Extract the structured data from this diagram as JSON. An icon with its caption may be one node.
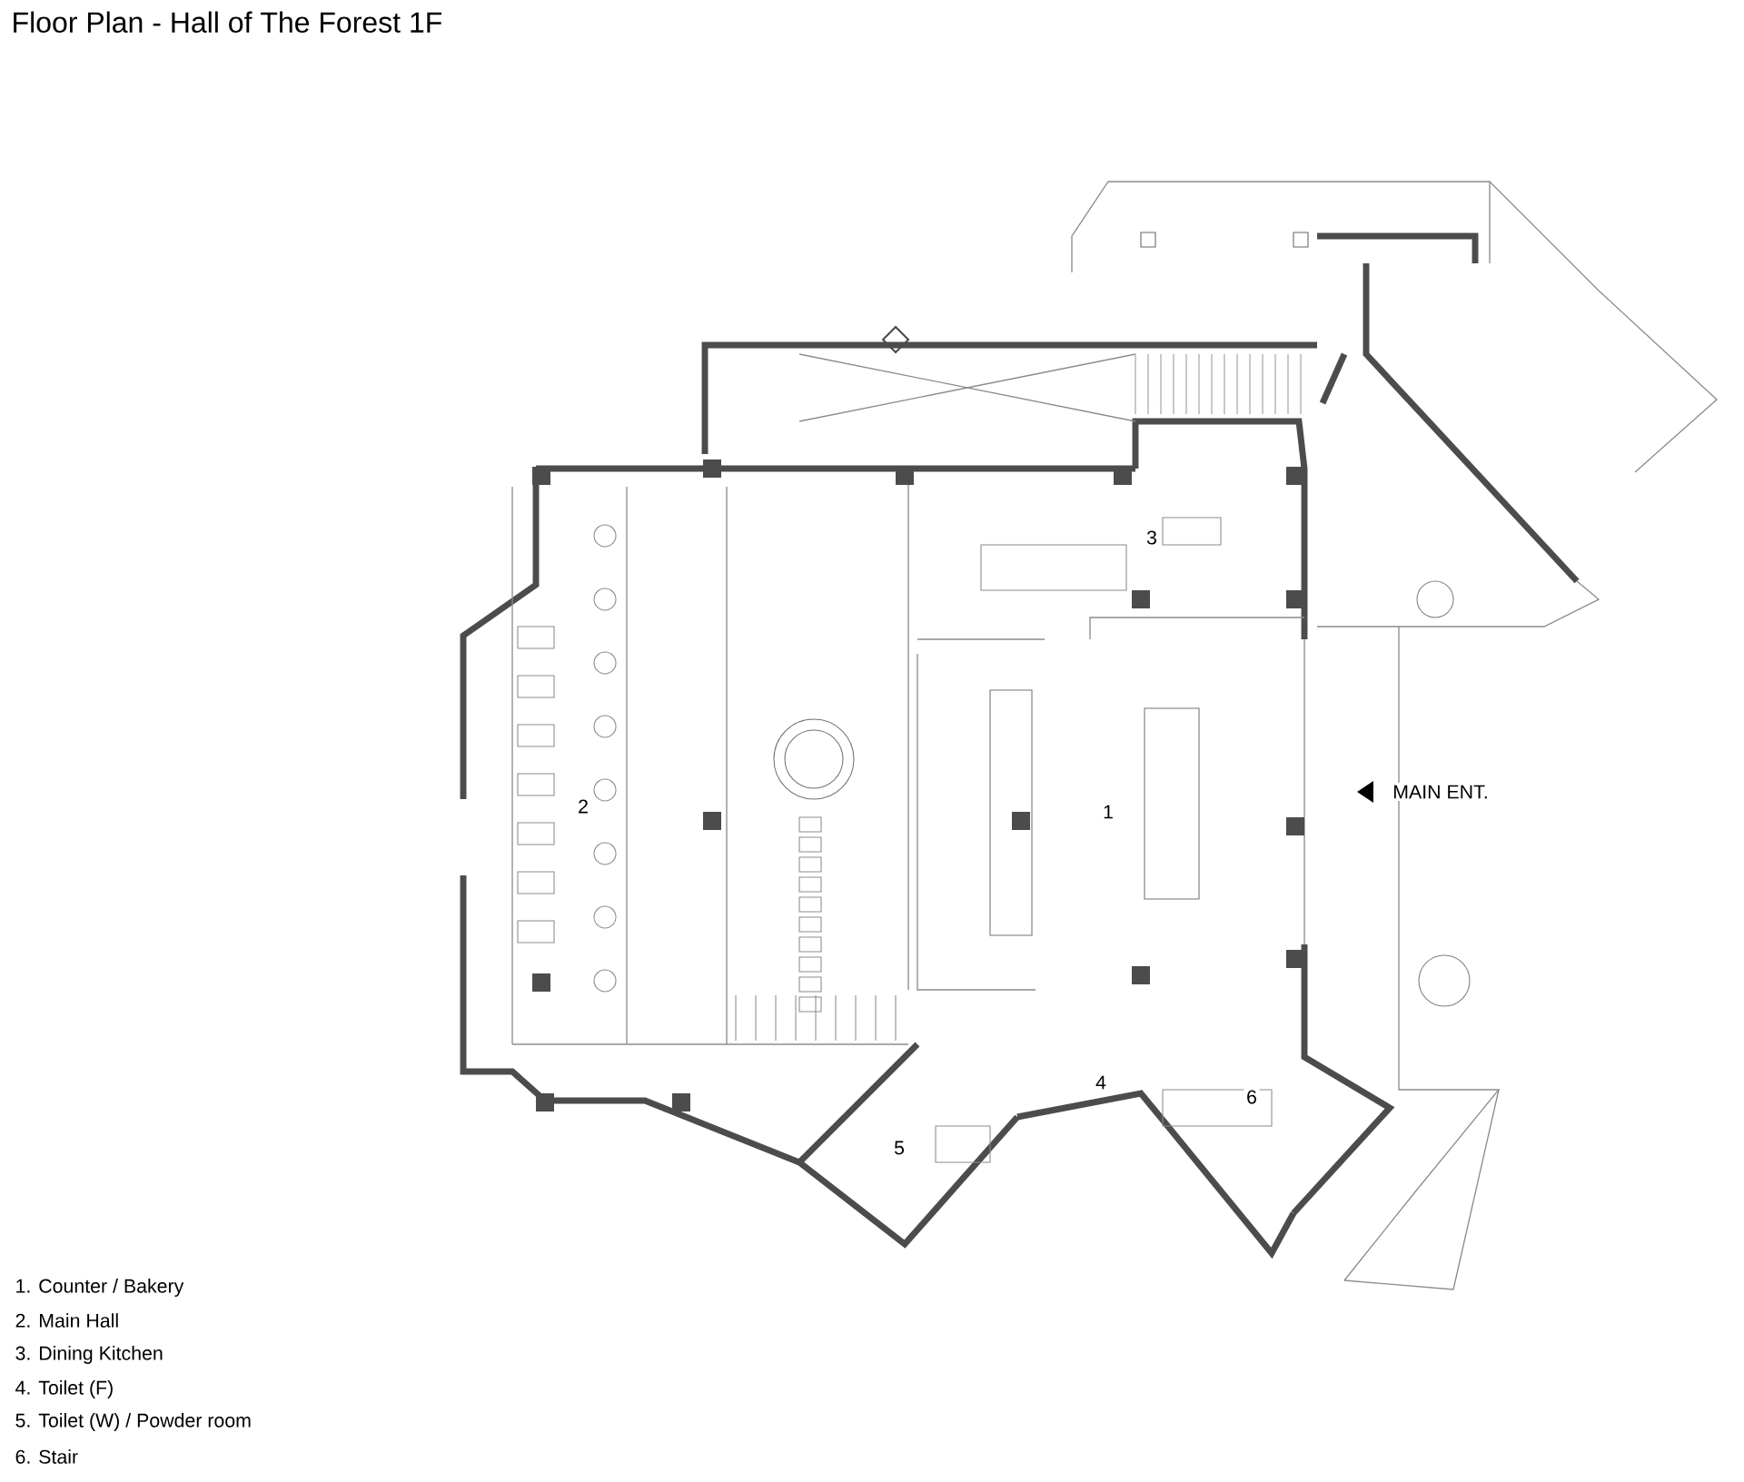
{
  "diagram": {
    "title": "Floor Plan - Hall of The Forest 1F",
    "labels": [
      "3",
      "2",
      "1",
      "MAIN ENT.",
      "6",
      "4",
      "5",
      "1. Counter / Bakery",
      "2. Main Hall",
      "3. Dining Kitchen",
      "4. Toilet (F)",
      "5. Toilet (W) / Powder room",
      "6. Stair"
    ]
  }
}
